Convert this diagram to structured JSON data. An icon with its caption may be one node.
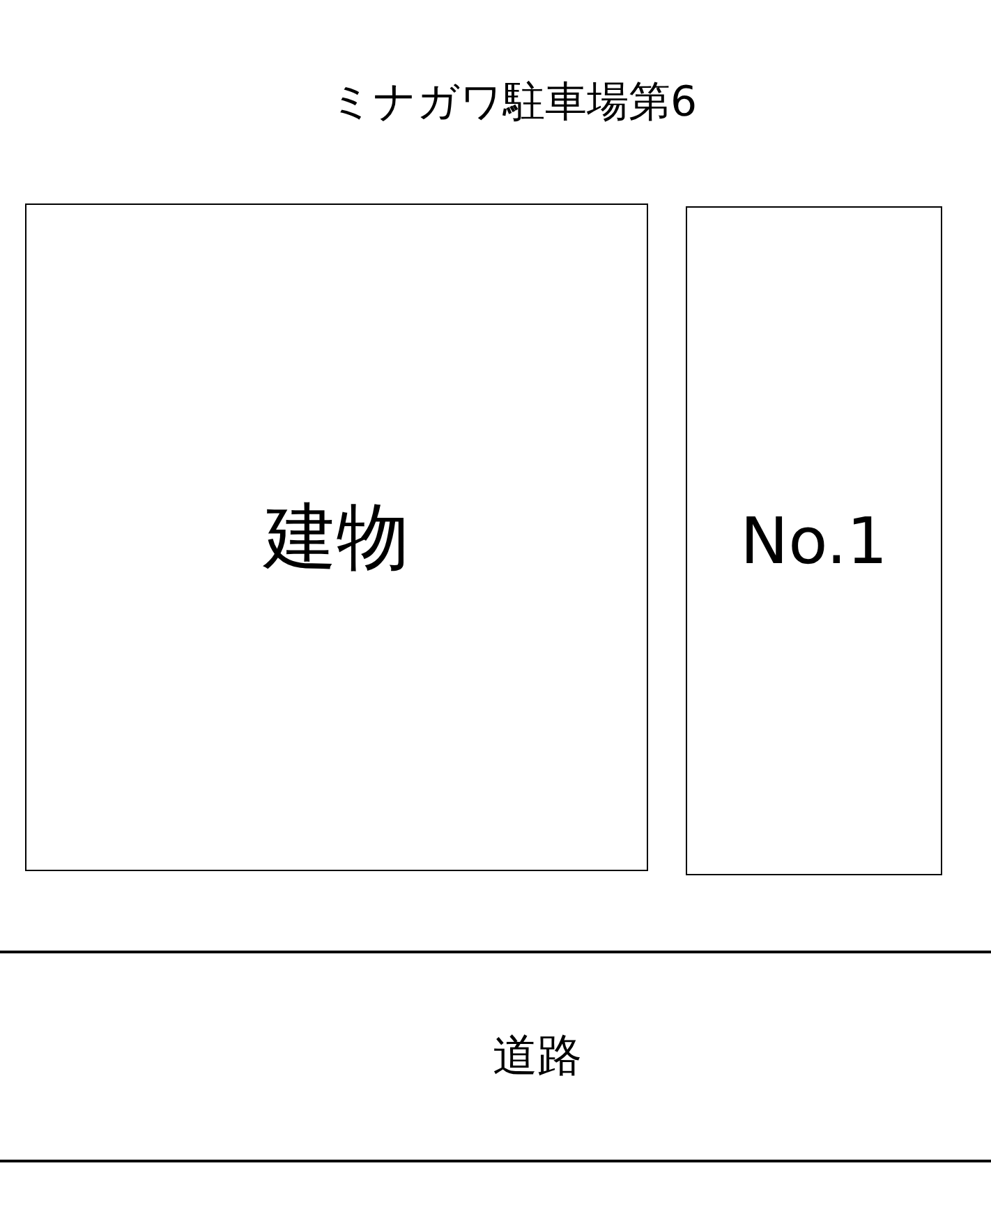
{
  "diagram": {
    "title": "ミナガワ駐車場第6",
    "nodes": [
      {
        "text": [
          "建物"
        ]
      },
      {
        "text": [
          "No.1"
        ]
      },
      {
        "text": [
          "道路"
        ]
      }
    ]
  }
}
